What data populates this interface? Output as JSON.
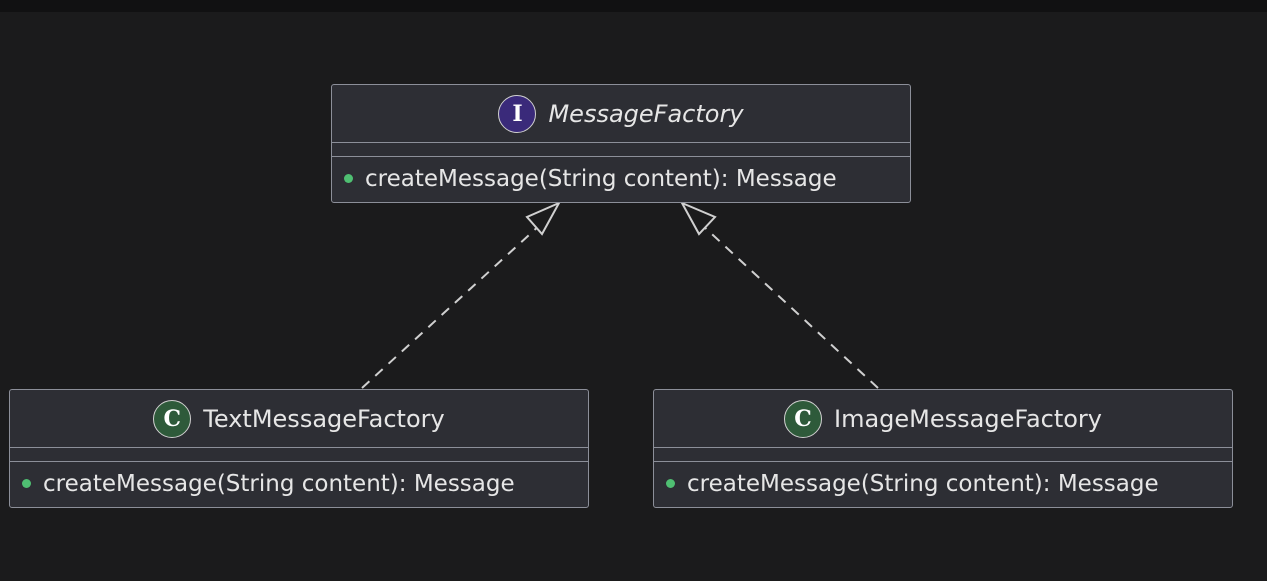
{
  "diagram": {
    "classes": [
      {
        "name": "MessageFactory",
        "stereotype_badge": "I",
        "kind": "interface",
        "badge_color": "#3a2a7a",
        "methods": [
          {
            "visibility_icon": "public-method-dot-icon",
            "signature": "createMessage(String content): Message"
          }
        ]
      },
      {
        "name": "TextMessageFactory",
        "stereotype_badge": "C",
        "kind": "class",
        "badge_color": "#2e5a3a",
        "methods": [
          {
            "visibility_icon": "public-method-dot-icon",
            "signature": "createMessage(String content): Message"
          }
        ]
      },
      {
        "name": "ImageMessageFactory",
        "stereotype_badge": "C",
        "kind": "class",
        "badge_color": "#2e5a3a",
        "methods": [
          {
            "visibility_icon": "public-method-dot-icon",
            "signature": "createMessage(String content): Message"
          }
        ]
      }
    ],
    "relations": [
      {
        "from": "TextMessageFactory",
        "to": "MessageFactory",
        "type": "realization"
      },
      {
        "from": "ImageMessageFactory",
        "to": "MessageFactory",
        "type": "realization"
      }
    ],
    "colors": {
      "background": "#1b1b1c",
      "box_fill": "#2d2e34",
      "box_border": "#8c8f99",
      "text": "#e6e6e6",
      "public_dot": "#4fbf72",
      "edge": "#d0d0d0"
    }
  }
}
